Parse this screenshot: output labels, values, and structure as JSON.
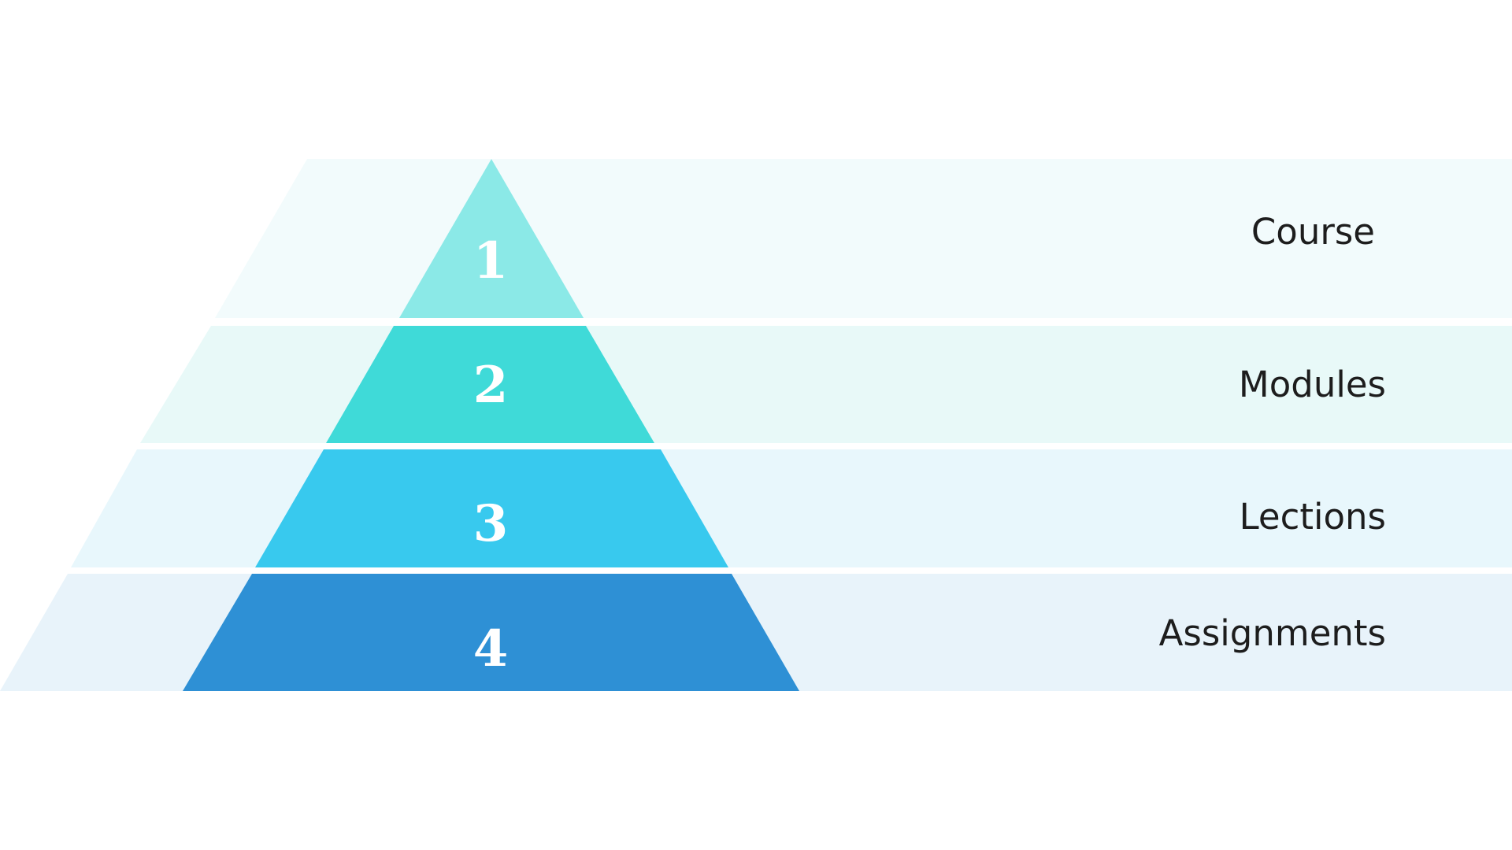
{
  "diagram": {
    "levels": [
      {
        "number": "1",
        "label": "Course",
        "fill": "#8be9e7",
        "band": "#f2fbfc"
      },
      {
        "number": "2",
        "label": "Modules",
        "fill": "#3fdad8",
        "band": "#e8f9f8"
      },
      {
        "number": "3",
        "label": "Lections",
        "fill": "#38c9ee",
        "band": "#e8f7fc"
      },
      {
        "number": "4",
        "label": "Assignments",
        "fill": "#2e90d5",
        "band": "#e8f3fa"
      }
    ]
  }
}
